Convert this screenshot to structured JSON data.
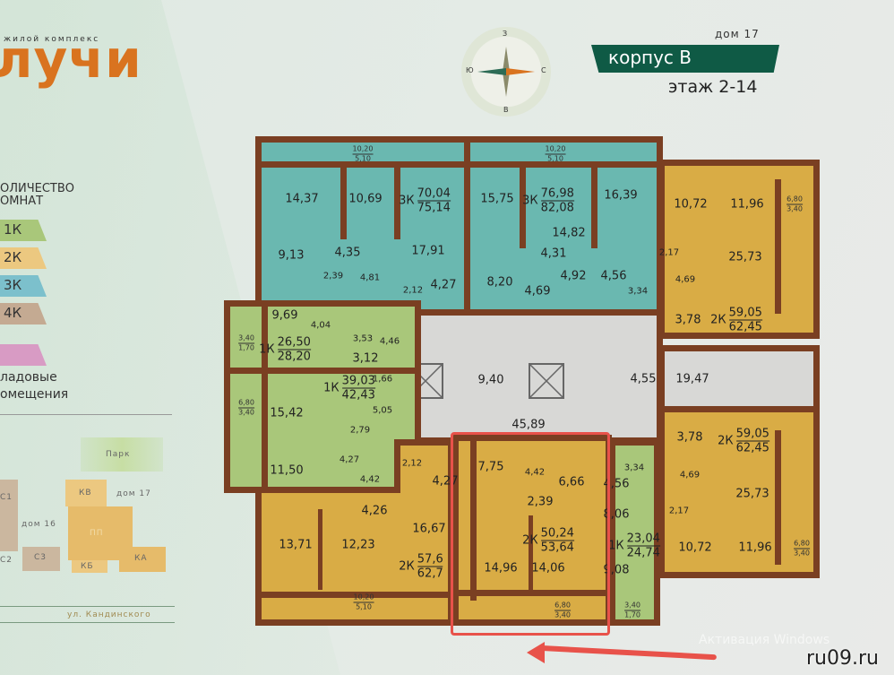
{
  "header": {
    "brand_small": "жилой комплекс",
    "brand": "лучи",
    "house": "дом 17",
    "building": "корпус В",
    "floor": "этаж 2-14"
  },
  "compass": {
    "north": "С",
    "south": "Ю",
    "west": "З",
    "east": "В"
  },
  "legend": {
    "title_line1": "ОЛИЧЕСТВО",
    "title_line2": "ОМНАТ",
    "items": [
      {
        "label": "1К",
        "color": "#a9c77a"
      },
      {
        "label": "2К",
        "color": "#e9c27a"
      },
      {
        "label": "3К",
        "color": "#6ab8c4"
      },
      {
        "label": "4К",
        "color": "#c4aa92"
      },
      {
        "label": "",
        "color": "#d89bc4"
      }
    ],
    "shop_line1": "ладовые",
    "shop_line2": "омещения"
  },
  "site_map": {
    "park": "Парк",
    "kv": "КВ",
    "house17": "дом 17",
    "house16": "дом 16",
    "c1": "С1",
    "c2": "С2",
    "c3": "С3",
    "pp": "ПП",
    "kb": "КБ",
    "ka": "КА",
    "street": "ул. Кандинского"
  },
  "plan": {
    "rooms": [
      "14,37",
      "10,69",
      "9,13",
      "4,35",
      "17,91",
      "2,39",
      "4,81",
      "2,12",
      "4,27",
      "15,75",
      "16,39",
      "14,82",
      "4,31",
      "8,20",
      "4,69",
      "4,92",
      "4,56",
      "3,34",
      "10,72",
      "11,96",
      "2,17",
      "25,73",
      "4,69",
      "3,78",
      "9,69",
      "4,04",
      "3,53",
      "4,46",
      "3,12",
      "1,66",
      "15,42",
      "5,05",
      "2,79",
      "11,50",
      "4,27",
      "4,42",
      "9,40",
      "4,55",
      "19,47",
      "45,89",
      "3,78",
      "4,69",
      "25,73",
      "2,17",
      "10,72",
      "11,96",
      "2,12",
      "4,27",
      "4,26",
      "16,67",
      "13,71",
      "12,23",
      "7,75",
      "4,42",
      "6,66",
      "2,39",
      "14,96",
      "14,06",
      "3,34",
      "4,56",
      "8,06",
      "9,08"
    ],
    "apartments": [
      {
        "type": "3К",
        "living": "70,04",
        "total": "75,14"
      },
      {
        "type": "3К",
        "living": "76,98",
        "total": "82,08"
      },
      {
        "type": "2К",
        "living": "59,05",
        "total": "62,45"
      },
      {
        "type": "1К",
        "living": "26,50",
        "total": "28,20"
      },
      {
        "type": "1К",
        "living": "39,03",
        "total": "42,43"
      },
      {
        "type": "2К",
        "living": "59,05",
        "total": "62,45"
      },
      {
        "type": "2К",
        "living": "57,6",
        "total": "62,7"
      },
      {
        "type": "2К",
        "living": "50,24",
        "total": "53,64"
      },
      {
        "type": "1К",
        "living": "23,04",
        "total": "24,74"
      }
    ],
    "balconies": [
      {
        "full": "10,20",
        "reduced": "5,10"
      },
      {
        "full": "10,20",
        "reduced": "5,10"
      },
      {
        "full": "6,80",
        "reduced": "3,40"
      },
      {
        "full": "3,40",
        "reduced": "1,70"
      },
      {
        "full": "6,80",
        "reduced": "3,40"
      },
      {
        "full": "6,80",
        "reduced": "3,40"
      },
      {
        "full": "10,20",
        "reduced": "5,10"
      },
      {
        "full": "6,80",
        "reduced": "3,40"
      },
      {
        "full": "3,40",
        "reduced": "1,70"
      }
    ],
    "colors": {
      "wall": "#7a3f22",
      "1k": "#a9c77a",
      "2k": "#d9ac45",
      "3k": "#6ab8b0",
      "common": "#d8d8d6",
      "highlight": "#e8524a"
    }
  },
  "watermark": {
    "site": "ru09.ru",
    "activation": "Активация Windows"
  }
}
